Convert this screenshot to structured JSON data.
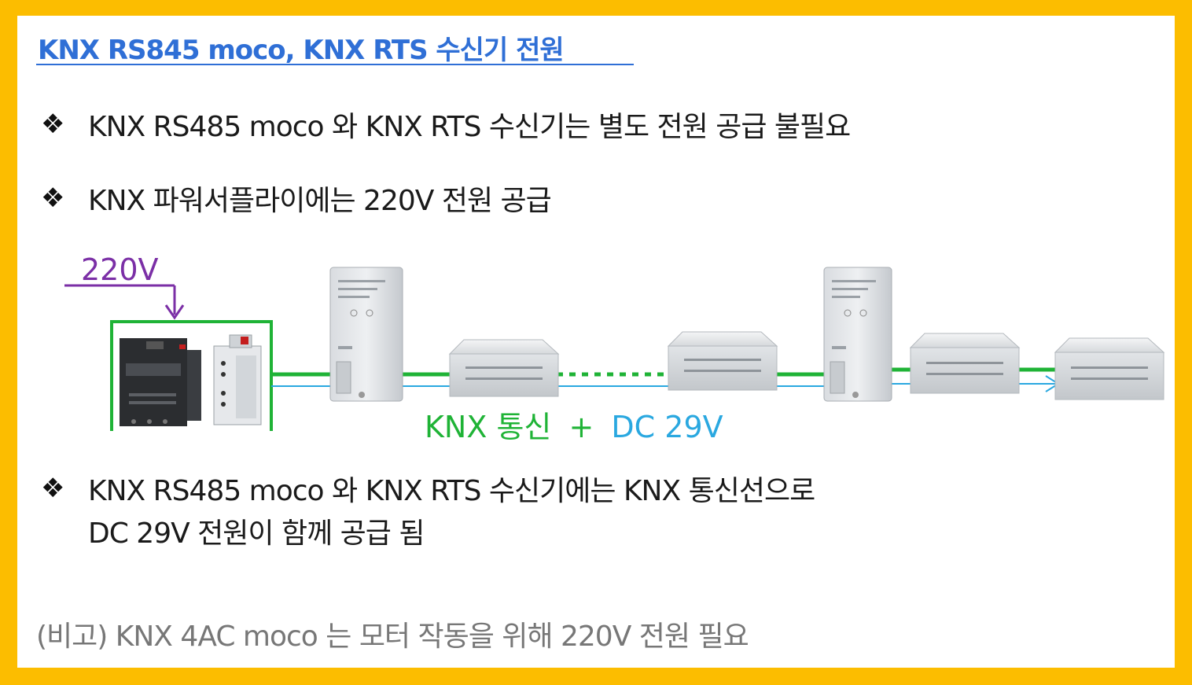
{
  "title": "KNX RS845 moco, KNX RTS 수신기 전원",
  "bullets": [
    "KNX RS485 moco 와 KNX RTS 수신기는 별도 전원 공급 불필요",
    "KNX 파워서플라이에는 220V 전원 공급"
  ],
  "bullet3": {
    "line1": "KNX RS485 moco 와 KNX RTS 수신기에는 KNX 통신선으로",
    "line2": "DC 29V 전원이 함께 공급 됨"
  },
  "bullet_glyph": "❖",
  "diagram": {
    "input_label": "220V",
    "bus_label_knx": "KNX 통신",
    "bus_label_plus": "+",
    "bus_label_dc": "DC 29V",
    "colors": {
      "input": "#7b2fa6",
      "knx_line": "#1fb336",
      "dc_line": "#2aa8e0",
      "frame": "#fcbd00",
      "title": "#2f6fd6"
    }
  },
  "note": "(비고) KNX 4AC moco 는 모터 작동을 위해 220V 전원 필요"
}
